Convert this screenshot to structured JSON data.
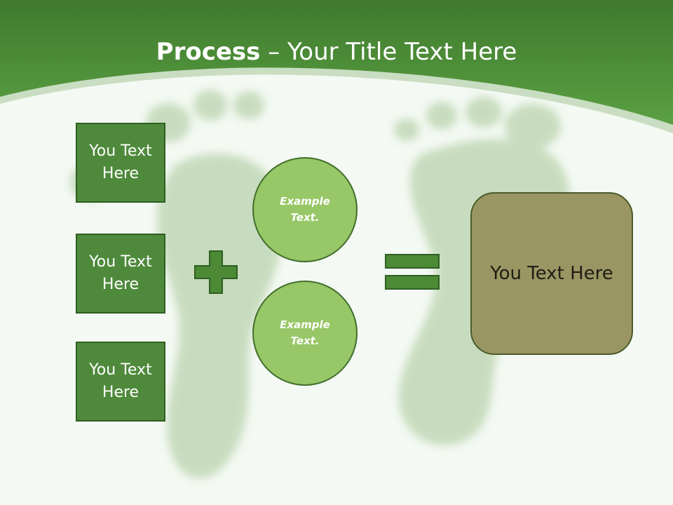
{
  "title": {
    "bold": "Process",
    "separator": " – ",
    "rest": "Your Title Text Here"
  },
  "boxes": [
    "You Text Here",
    "You Text Here",
    "You Text Here"
  ],
  "circles": [
    "Example Text.",
    "Example Text."
  ],
  "result": "You Text Here",
  "colors": {
    "header_green": "#4e8f3a",
    "box_fill": "#4f8a3c",
    "circle_fill": "#97c766",
    "result_fill": "#9a9664",
    "symbol_fill": "#4c8a36"
  },
  "icons": {
    "operator_1": "plus-icon",
    "operator_2": "equals-icon",
    "background": "grass-footprint-illustration"
  }
}
